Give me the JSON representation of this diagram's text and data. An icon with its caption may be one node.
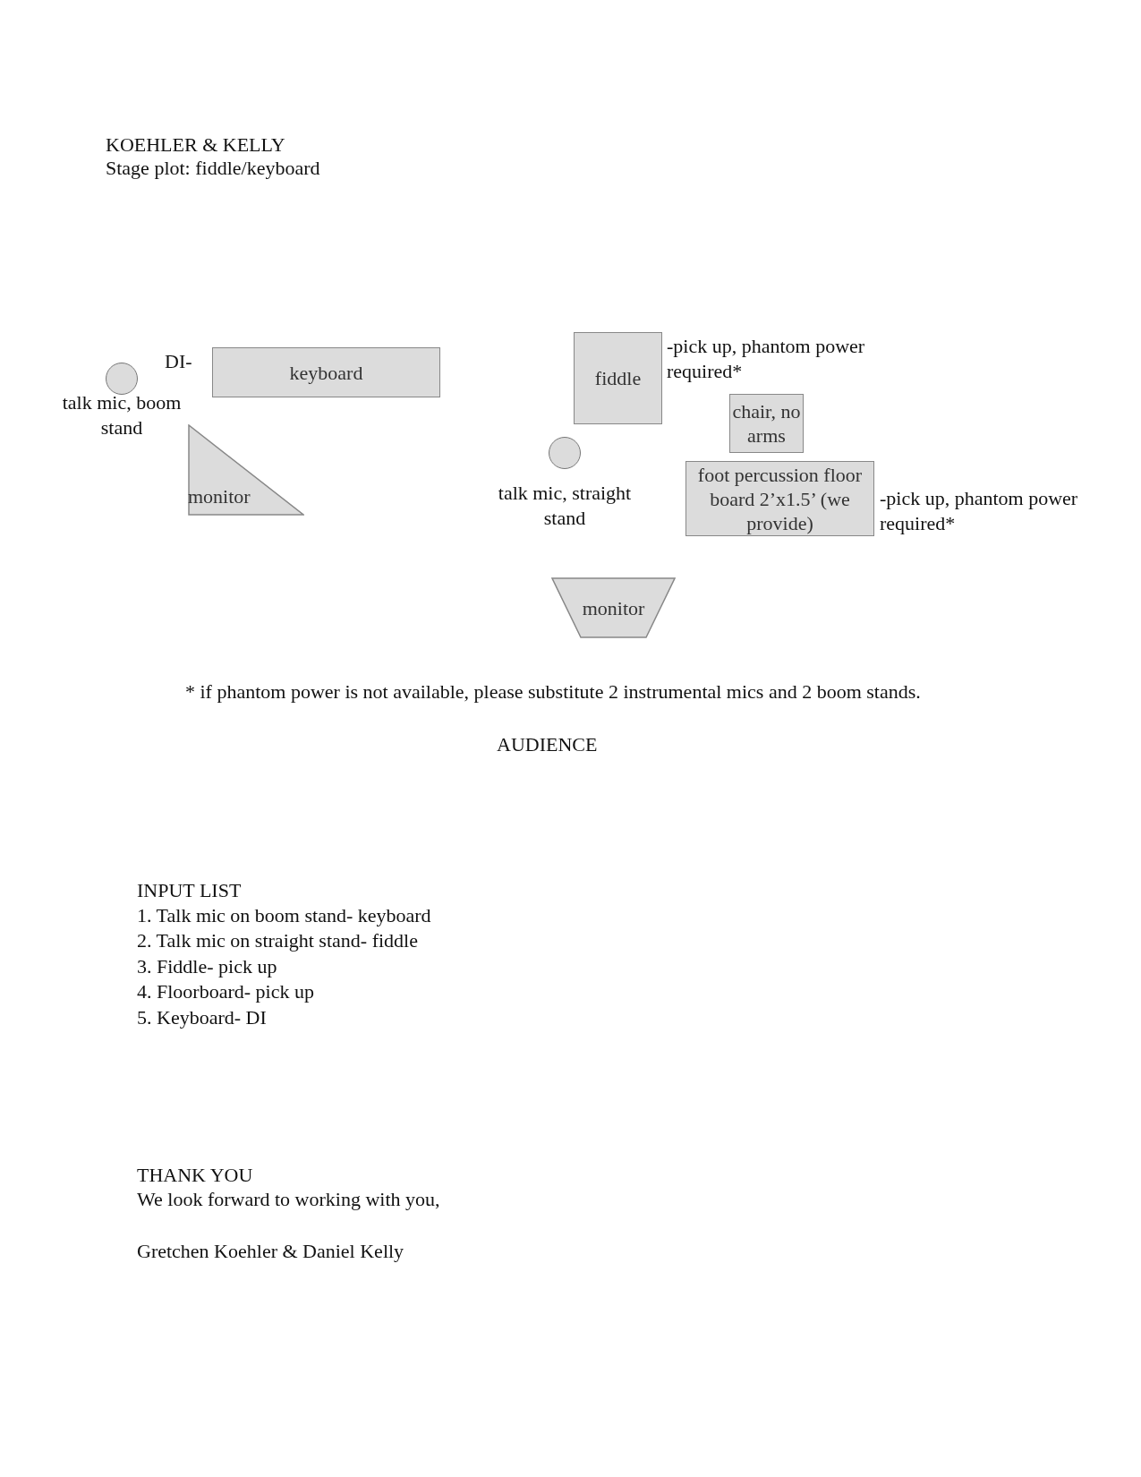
{
  "diagram": {
    "title": "KOEHLER & KELLY",
    "nodes": [
      {
        "text": [],
        "shape": "circle",
        "beside": [
          "talk mic, boom stand"
        ]
      },
      {
        "text": [
          "keyboard"
        ],
        "beside": [
          "DI-"
        ]
      },
      {
        "text": [
          "monitor"
        ]
      },
      {
        "text": [
          "fiddle"
        ],
        "beside": [
          "-pick up, phantom power required*"
        ]
      },
      {
        "text": [
          "chair, no arms"
        ]
      },
      {
        "text": [],
        "shape": "circle",
        "beside": [
          "talk mic, straight stand"
        ]
      },
      {
        "text": [
          "foot percussion floor board 2’x1.5’ (we provide)"
        ],
        "beside": [
          "-pick up, phantom power required*"
        ]
      },
      {
        "text": [
          "monitor"
        ]
      }
    ],
    "labels": [
      "Stage plot: fiddle/keyboard",
      "* if phantom power is not available, please substitute 2 instrumental mics and 2 boom stands.",
      "AUDIENCE",
      "INPUT LIST",
      "1. Talk mic on boom stand- keyboard",
      "2. Talk mic on straight stand- fiddle",
      "3. Fiddle- pick up",
      "4. Floorboard- pick up",
      "5. Keyboard- DI",
      "THANK YOU",
      "We look forward to working with you,",
      "Gretchen Koehler & Daniel Kelly"
    ]
  }
}
